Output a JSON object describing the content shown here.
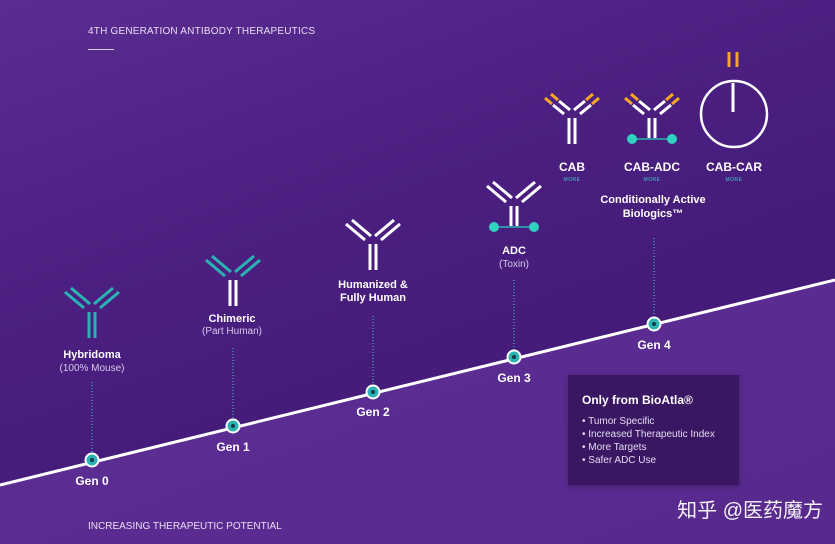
{
  "header": {
    "title": "4TH GENERATION ANTIBODY THERAPEUTICS"
  },
  "footer": {
    "axis_label": "INCREASING THERAPEUTIC POTENTIAL"
  },
  "generations": [
    {
      "gen": "Gen 0",
      "name": "Hybridoma",
      "sub": "(100% Mouse)"
    },
    {
      "gen": "Gen 1",
      "name": "Chimeric",
      "sub": "(Part Human)"
    },
    {
      "gen": "Gen 2",
      "name_line1": "Humanized &",
      "name_line2": "Fully Human"
    },
    {
      "gen": "Gen 3",
      "name": "ADC",
      "sub": "(Toxin)"
    },
    {
      "gen": "Gen 4",
      "group_line1": "Conditionally Active",
      "group_line2": "Biologics™"
    }
  ],
  "gen4_products": [
    {
      "name": "CAB",
      "more": "MORE"
    },
    {
      "name": "CAB-ADC",
      "more": "MORE"
    },
    {
      "name": "CAB-CAR",
      "more": "MORE"
    }
  ],
  "panel": {
    "title": "Only from BioAtla®",
    "items": [
      "• Tumor Specific",
      "• Increased Therapeutic Index",
      "• More Targets",
      "• Safer ADC Use"
    ]
  },
  "watermark": "知乎 @医药魔方",
  "colors": {
    "teal": "#2ab3b3",
    "orange": "#f5a623",
    "white": "#ffffff",
    "purple_dark": "#3a1762"
  }
}
